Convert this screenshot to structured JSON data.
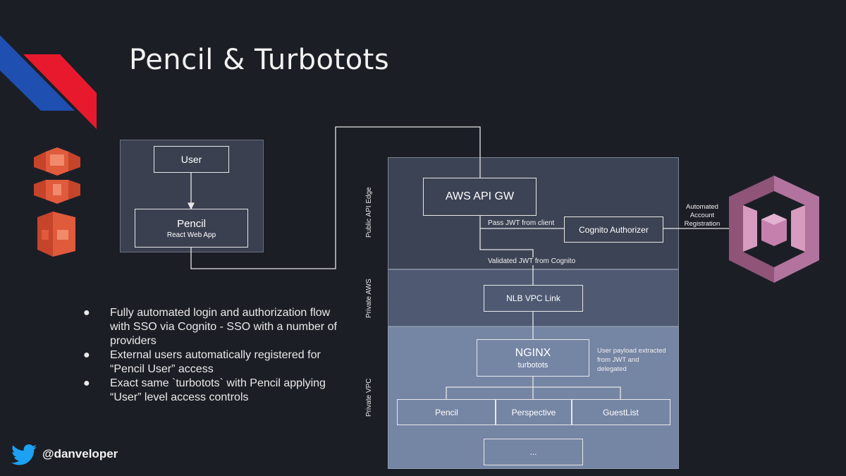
{
  "slide": {
    "title": "Pencil & Turbotots",
    "handle": "@danveloper"
  },
  "diagram": {
    "client": {
      "user": "User",
      "pencil_title": "Pencil",
      "pencil_subtitle": "React Web App"
    },
    "zones": {
      "public_api_edge": "Public API Edge",
      "private_aws": "Private AWS",
      "private_vpc": "Private VPC"
    },
    "api_gw": "AWS API GW",
    "cognito_authorizer": "Cognito Authorizer",
    "pass_jwt": "Pass JWT from client",
    "validated_jwt": "Validated JWT from Cognito",
    "auto_registration": "Automated\nAccount\nRegistration",
    "nlb": "NLB VPC Link",
    "nginx_title": "NGINX",
    "nginx_subtitle": "turbotots",
    "payload_note": "User payload extracted\nfrom JWT and\ndelegated",
    "services": [
      "Pencil",
      "Perspective",
      "GuestList"
    ],
    "more": "..."
  },
  "bullets": [
    "Fully automated login and authorization flow with SSO via Cognito - SSO with a number of providers",
    "External users automatically registered for “Pencil User” access",
    "Exact same `turbotots` with Pencil applying “User” level access controls"
  ],
  "bullet_marker": "●",
  "colors": {
    "background": "#1c1e26",
    "stripe_blue": "#1f4fb0",
    "stripe_red": "#e8192c",
    "aws_orange": "#e05a3c",
    "cognito_purple": "#b2739e",
    "twitter_blue": "#1da1f2"
  }
}
